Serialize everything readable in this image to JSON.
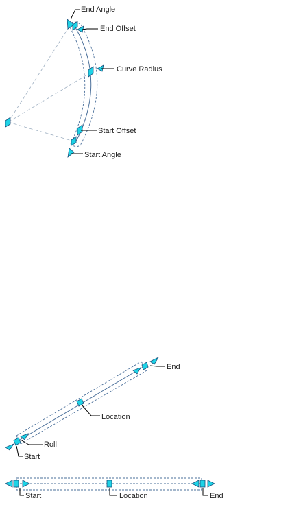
{
  "curved_segment": {
    "labels": {
      "end_angle": "End Angle",
      "end_offset": "End Offset",
      "curve_radius": "Curve Radius",
      "start_offset": "Start Offset",
      "start_angle": "Start Angle"
    }
  },
  "diagonal_segment": {
    "labels": {
      "end": "End",
      "location": "Location",
      "roll": "Roll",
      "start": "Start"
    }
  },
  "horizontal_segment": {
    "labels": {
      "start": "Start",
      "location": "Location",
      "end": "End"
    }
  },
  "colors": {
    "grip_fill": "#1ed3e6",
    "grip_stroke": "#1b4f7a",
    "segment_line": "#4a6f9a"
  }
}
